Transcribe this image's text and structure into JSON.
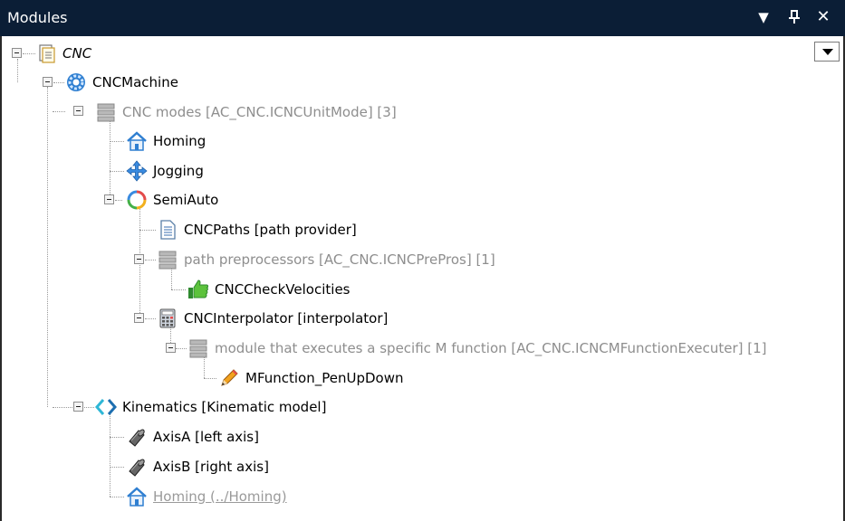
{
  "panel": {
    "title": "Modules"
  },
  "tree": {
    "root": "CNC",
    "machine": "CNCMachine",
    "cnc_modes": "CNC modes [AC_CNC.ICNCUnitMode] [3]",
    "homing": "Homing",
    "jogging": "Jogging",
    "semiauto": "SemiAuto",
    "cncpaths": "CNCPaths [path provider]",
    "path_preprocessors": "path preprocessors [AC_CNC.ICNCPrePros] [1]",
    "check_velocities": "CNCCheckVelocities",
    "interpolator": "CNCInterpolator [interpolator]",
    "mfunction_module": "module that executes a specific M function [AC_CNC.ICNCMFunctionExecuter] [1]",
    "mfunction_penupdown": "MFunction_PenUpDown",
    "kinematics": "Kinematics [Kinematic model]",
    "axis_a": "AxisA [left axis]",
    "axis_b": "AxisB [right axis]",
    "homing_link": "Homing (../Homing)"
  }
}
